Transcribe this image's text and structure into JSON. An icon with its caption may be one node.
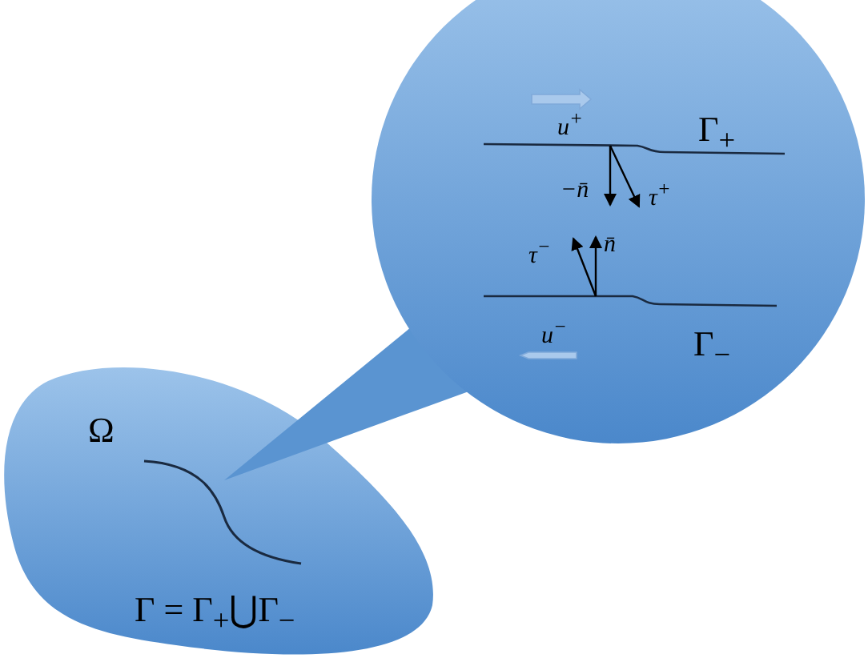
{
  "diagram": {
    "nodes": [
      {
        "text": [
          "Ω",
          "Γ = Γ$_{+}$⋃Γ$_{−}$"
        ]
      },
      {
        "text": [
          "u$^{+}$",
          "Γ$_{+}$",
          "−n̄",
          "τ$^{+}$",
          "τ$^{−}$",
          "n̄",
          "u$^{−}$",
          "Γ$_{−}$"
        ]
      }
    ]
  }
}
